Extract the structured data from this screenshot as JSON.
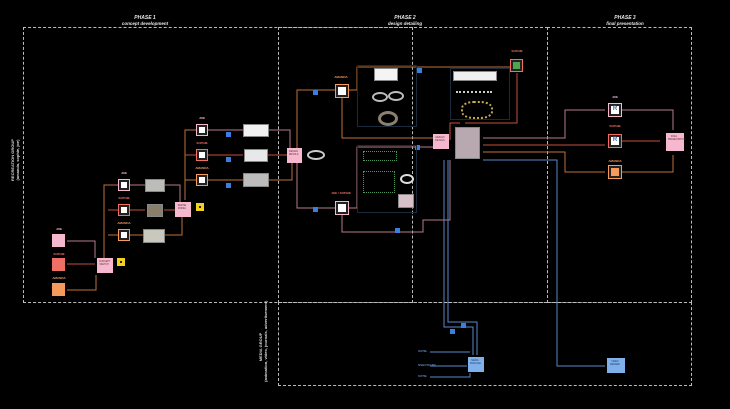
{
  "phases": [
    {
      "title": "PHASE 1",
      "subtitle": "concept development"
    },
    {
      "title": "PHASE 2",
      "subtitle": "design detailing"
    },
    {
      "title": "PHASE 3",
      "subtitle": "final presentation"
    }
  ],
  "groups": {
    "recreation": {
      "title": "RECREATION GROUP",
      "members": "(amanda, sophie, joe)"
    },
    "media": {
      "title": "MEDIA GROUP",
      "members": "(animation, video, journals, advertisement)"
    }
  },
  "people": {
    "joe": "JOE",
    "sophie": "SOPHIE",
    "amanda": "AMANDA",
    "joe_sophie": "JOE / SOPHIE"
  },
  "nodes": {
    "concept_doc": "CONCEPT SKETCH",
    "refine_doc": "REFINE MODEL",
    "design_doc": "DESIGN DETAILS",
    "final_doc": "FINAL PRESENTATION",
    "media_doc": "MEDIA PACKAGE",
    "media_doc2": "VIDEO RENDER"
  },
  "media_inputs": [
    "SOPHIE",
    "SPEECHSOUND",
    "SOPHIE"
  ],
  "tool_icons": {
    "rhino": "rhino-icon",
    "revit": "R",
    "sketchup": "sketchup-icon",
    "grasshopper": "grasshopper-icon"
  },
  "colors": {
    "joe": "#f6b8cf",
    "sophie": "#ef6f65",
    "amanda": "#f59a5c",
    "media": "#7fb0ea",
    "wire_joe": "#b87a8c",
    "wire_sophie": "#c0503e",
    "wire_amanda": "#c07038",
    "wire_media": "#5a8ac8",
    "connector": "#3a7fe0"
  }
}
